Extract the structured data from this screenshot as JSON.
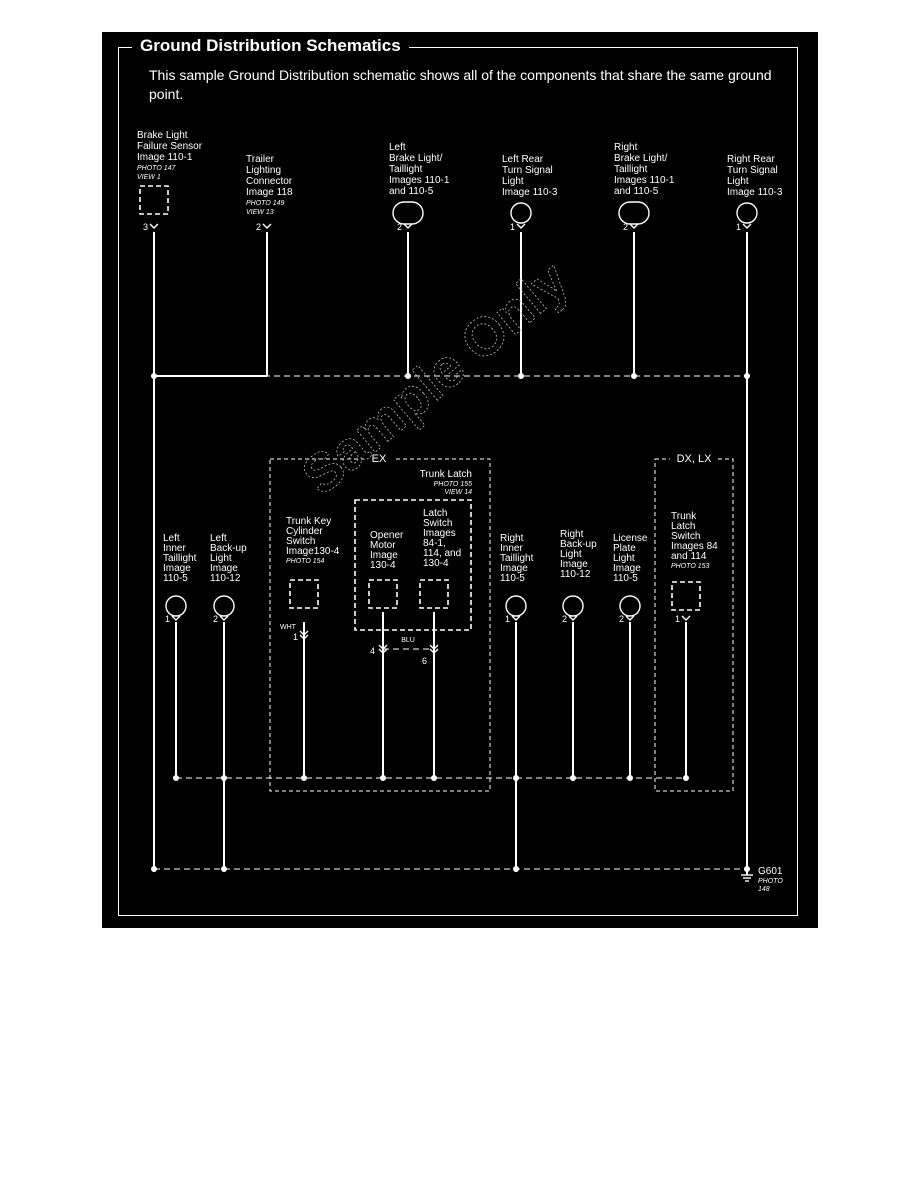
{
  "title": "Ground Distribution Schematics",
  "intro": "This sample Ground Distribution schematic shows all of the components that share the same ground point.",
  "watermark": "Sample Only",
  "ground": {
    "name": "G601",
    "photo": [
      "PHOTO",
      "148"
    ]
  },
  "groups": {
    "ex": "EX",
    "dx_lx": "DX, LX"
  },
  "trunk_latch": {
    "lines": [
      "Trunk Latch"
    ],
    "photo": [
      "PHOTO 155",
      "VIEW 14"
    ]
  },
  "wire_colors": {
    "wht": "WHT",
    "blu": "BLU"
  },
  "top_components": [
    {
      "id": "brake-light-failure-sensor",
      "lines": [
        "Brake Light",
        "Failure Sensor",
        "Image 110-1"
      ],
      "photo": [
        "PHOTO 147",
        "VIEW 1"
      ],
      "pin": "3",
      "shape": "rect"
    },
    {
      "id": "trailer-lighting-connector",
      "lines": [
        "Trailer",
        "Lighting",
        "Connector",
        "Image 118"
      ],
      "photo": [
        "PHOTO 149",
        "VIEW 13"
      ],
      "pin": "2",
      "shape": "none"
    },
    {
      "id": "left-brake-light-taillight",
      "lines": [
        "Left",
        "Brake Light/",
        "Taillight",
        "Images 110-1",
        "and 110-5"
      ],
      "photo": [],
      "pin": "2",
      "shape": "bulb-wide"
    },
    {
      "id": "left-rear-turn-signal",
      "lines": [
        "Left Rear",
        "Turn Signal",
        "Light",
        "Image 110-3"
      ],
      "photo": [],
      "pin": "1",
      "shape": "bulb"
    },
    {
      "id": "right-brake-light-taillight",
      "lines": [
        "Right",
        "Brake Light/",
        "Taillight",
        "Images 110-1",
        "and 110-5"
      ],
      "photo": [],
      "pin": "2",
      "shape": "bulb-wide"
    },
    {
      "id": "right-rear-turn-signal",
      "lines": [
        "Right Rear",
        "Turn Signal",
        "Light",
        "Image 110-3"
      ],
      "photo": [],
      "pin": "1",
      "shape": "bulb"
    }
  ],
  "bottom_components": [
    {
      "id": "left-inner-taillight",
      "lines": [
        "Left",
        "Inner",
        "Taillight",
        "Image",
        "110-5"
      ],
      "photo": [],
      "pin": "1",
      "shape": "bulb"
    },
    {
      "id": "left-back-up-light",
      "lines": [
        "Left",
        "Back-up",
        "Light",
        "Image",
        "110-12"
      ],
      "photo": [],
      "pin": "2",
      "shape": "bulb"
    },
    {
      "id": "trunk-key-cylinder-switch",
      "lines": [
        "Trunk Key",
        "Cylinder",
        "Switch",
        "Image130-4"
      ],
      "photo": [
        "PHOTO 154"
      ],
      "pin": "1",
      "shape": "rect"
    },
    {
      "id": "opener-motor",
      "lines": [
        "Opener",
        "Motor",
        "Image",
        "130-4"
      ],
      "photo": [],
      "pin": "4",
      "shape": "rect"
    },
    {
      "id": "latch-switch",
      "lines": [
        "Latch",
        "Switch",
        "Images",
        "84-1,",
        "114, and",
        "130-4"
      ],
      "photo": [],
      "pin": "6",
      "shape": "rect"
    },
    {
      "id": "right-inner-taillight",
      "lines": [
        "Right",
        "Inner",
        "Taillight",
        "Image",
        "110-5"
      ],
      "photo": [],
      "pin": "1",
      "shape": "bulb"
    },
    {
      "id": "right-back-up-light",
      "lines": [
        "Right",
        "Back-up",
        "Light",
        "Image",
        "110-12"
      ],
      "photo": [],
      "pin": "2",
      "shape": "bulb"
    },
    {
      "id": "license-plate-light",
      "lines": [
        "License",
        "Plate",
        "Light",
        "Image",
        "110-5"
      ],
      "photo": [],
      "pin": "2",
      "shape": "bulb"
    },
    {
      "id": "trunk-latch-switch",
      "lines": [
        "Trunk",
        "Latch",
        "Switch",
        "Images 84",
        "and 114"
      ],
      "photo": [
        "PHOTO 153"
      ],
      "pin": "1",
      "shape": "rect"
    }
  ]
}
